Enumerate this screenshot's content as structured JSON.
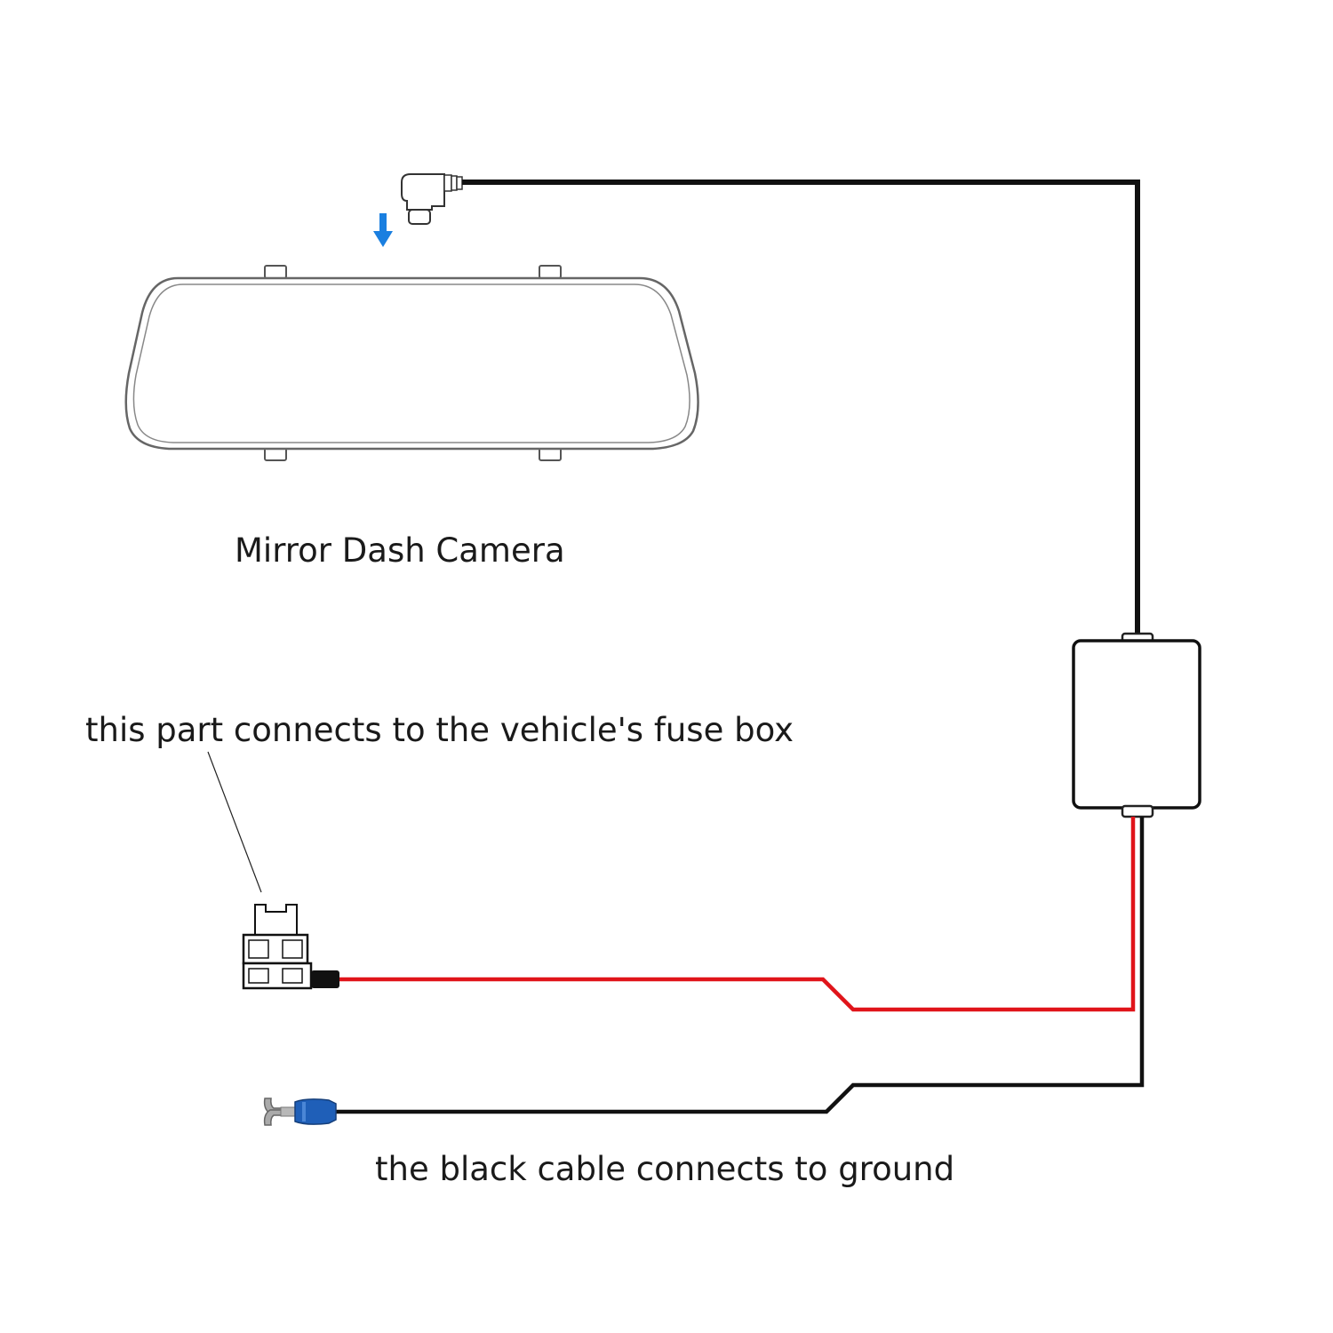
{
  "labels": {
    "camera": "Mirror Dash Camera",
    "fuse_box": "this part connects to the vehicle's fuse box",
    "ground": "the black cable connects to ground"
  },
  "colors": {
    "cable_black": "#111111",
    "cable_red": "#e0141a",
    "arrow_blue": "#1a7fe0",
    "terminal_blue": "#1f5fb8",
    "outline": "#555555"
  },
  "icons": {
    "connector": "usb-c-right-angle-plug-icon",
    "arrow": "insert-down-arrow-icon",
    "fuse_tap": "add-a-circuit-fuse-tap-icon",
    "ground_terminal": "spade-terminal-icon",
    "converter": "hardwire-converter-box-icon"
  }
}
